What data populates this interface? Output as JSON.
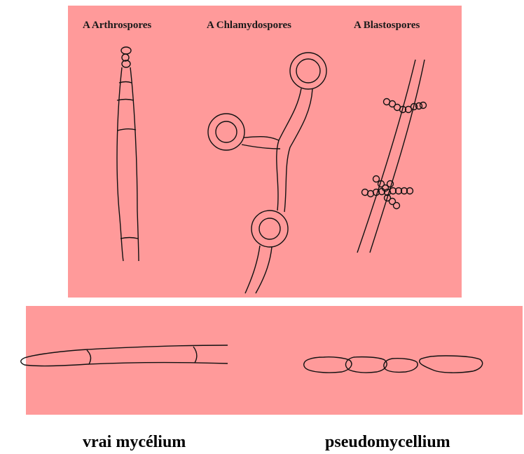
{
  "figure": {
    "top_panel_titles": {
      "arthrospores": "A Arthrospores",
      "chlamydospores": "A Chlamydospores",
      "blastospores": "A Blastospores"
    },
    "captions": {
      "true_mycelium": "vrai mycélium",
      "pseudomycelium": "pseudomycellium"
    },
    "colors": {
      "panel_background": "#ff9a9a",
      "line": "#111111"
    }
  }
}
